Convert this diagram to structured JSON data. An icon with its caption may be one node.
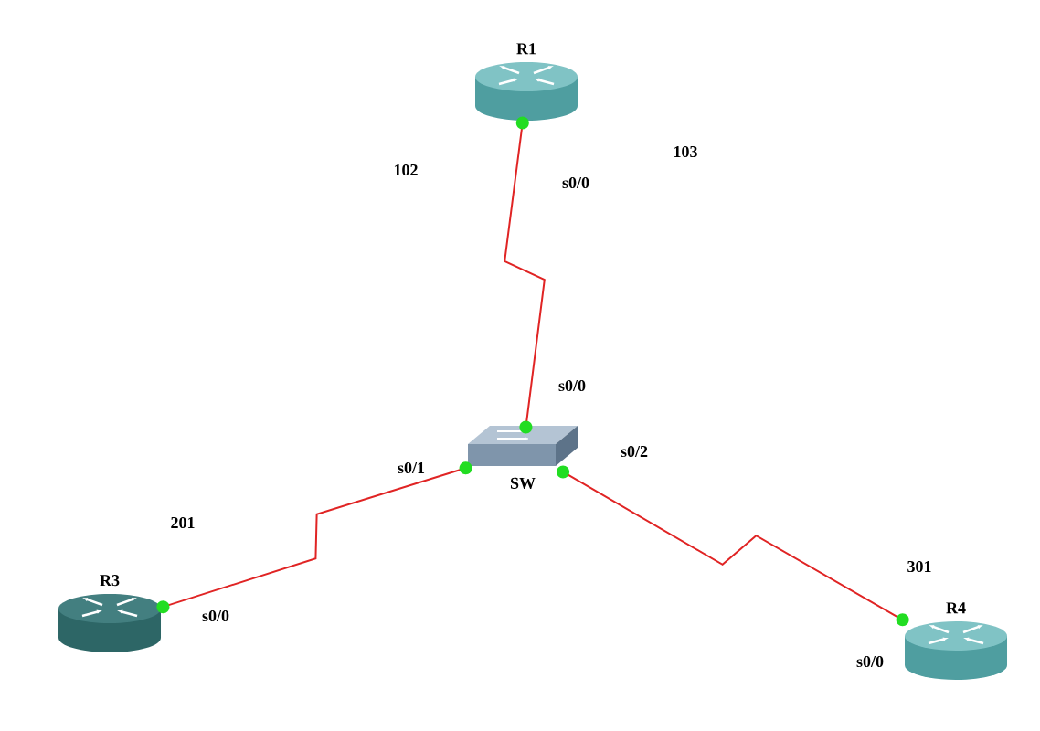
{
  "diagram": {
    "nodes": [
      {
        "text": [
          "R1"
        ]
      },
      {
        "text": [
          "SW"
        ]
      },
      {
        "text": [
          "R3"
        ]
      },
      {
        "text": [
          "R4"
        ]
      }
    ],
    "edges": [
      {
        "from": 0,
        "to": 1,
        "arrow": "other"
      },
      {
        "from": 1,
        "to": 2,
        "arrow": "other"
      },
      {
        "from": 1,
        "to": 3,
        "arrow": "other"
      }
    ],
    "labels": [
      "103",
      "102",
      "s0/0",
      "s0/0",
      "s0/2",
      "s0/1",
      "201",
      "301",
      "s0/0",
      "s0/0"
    ]
  }
}
